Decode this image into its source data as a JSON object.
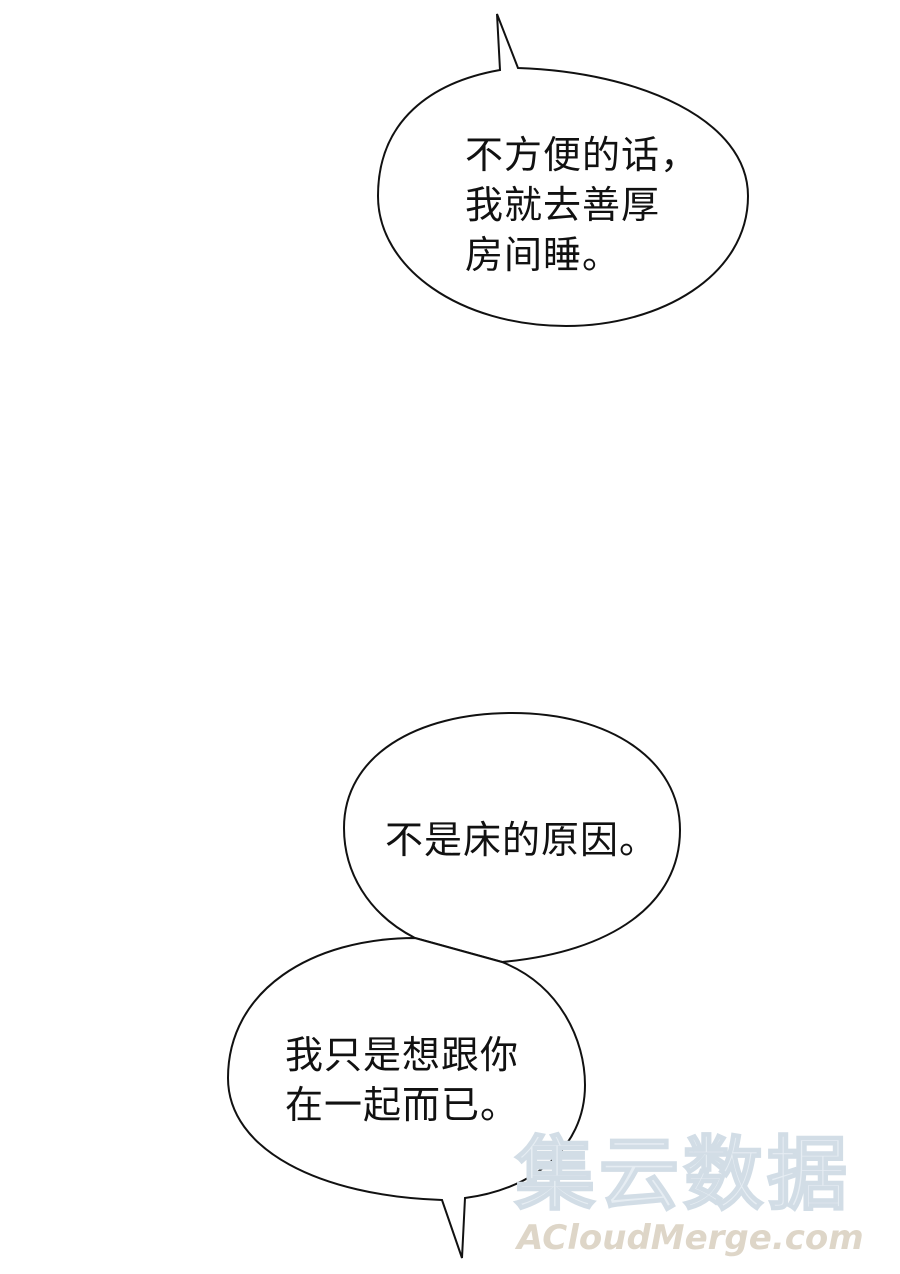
{
  "bubbles": [
    {
      "lines": [
        "不方便的话，",
        "我就去善厚",
        "房间睡。"
      ]
    },
    {
      "lines": [
        "不是床的原因。"
      ]
    },
    {
      "lines": [
        "我只是想跟你",
        "在一起而已。"
      ]
    }
  ],
  "watermark": {
    "chinese": "集云数据",
    "latin": "ACloudMerge.com"
  }
}
